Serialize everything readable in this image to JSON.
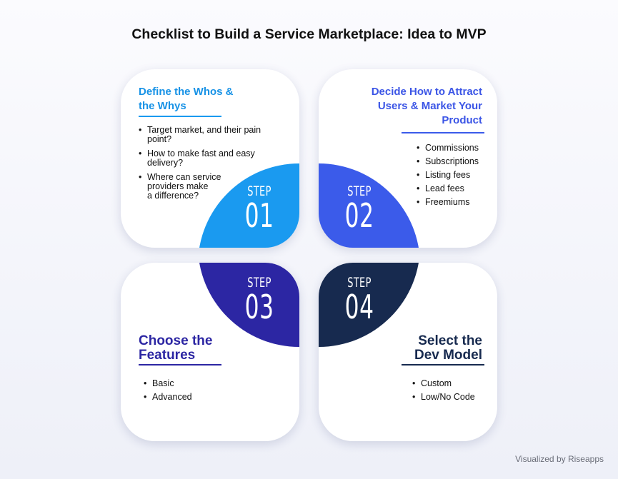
{
  "title": "Checklist to Build a Service Marketplace: Idea to MVP",
  "steps": [
    {
      "label": "STEP",
      "number": "01",
      "heading_lines": [
        "Define the Whos &",
        "the Whys"
      ],
      "items": [
        [
          "Target market, and their pain",
          "point?"
        ],
        [
          "How to make fast and easy",
          "delivery?"
        ],
        [
          "Where can service",
          "providers make",
          "a difference?"
        ]
      ],
      "color": "#1a9af0"
    },
    {
      "label": "STEP",
      "number": "02",
      "heading_lines": [
        "Decide How to Attract",
        "Users & Market Your",
        "Product"
      ],
      "items": [
        [
          "Commissions"
        ],
        [
          "Subscriptions"
        ],
        [
          "Listing fees"
        ],
        [
          "Lead fees"
        ],
        [
          "Freemiums"
        ]
      ],
      "color": "#3b5bea"
    },
    {
      "label": "STEP",
      "number": "03",
      "heading_lines": [
        "Choose the",
        "Features"
      ],
      "items": [
        [
          "Basic"
        ],
        [
          "Advanced"
        ]
      ],
      "color": "#2c26a3"
    },
    {
      "label": "STEP",
      "number": "04",
      "heading_lines": [
        "Select the",
        "Dev Model"
      ],
      "items": [
        [
          "Custom"
        ],
        [
          "Low/No Code"
        ]
      ],
      "color": "#172a4f"
    }
  ],
  "footer": {
    "prefix": "Visualized by",
    "brand": "Riseapps"
  }
}
